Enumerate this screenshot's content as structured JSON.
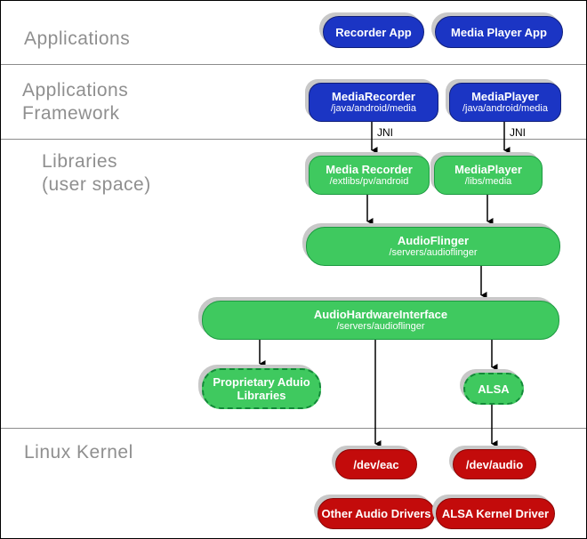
{
  "layer_labels": [
    {
      "text": "Applications"
    },
    {
      "text": "Applications\n Framework"
    },
    {
      "text": "Libraries\n(user space)"
    },
    {
      "text": "Linux Kernel"
    }
  ],
  "nodes": {
    "recorder_app": {
      "title": "Recorder App"
    },
    "media_player_app": {
      "title": "Media Player App"
    },
    "media_recorder_fw": {
      "title": "MediaRecorder",
      "subtitle": "/java/android/media"
    },
    "media_player_fw": {
      "title": "MediaPlayer",
      "subtitle": "/java/android/media"
    },
    "media_recorder_lib": {
      "title": "Media Recorder",
      "subtitle": "/extlibs/pv/android"
    },
    "media_player_lib": {
      "title": "MediaPlayer",
      "subtitle": "/libs/media"
    },
    "audio_flinger": {
      "title": "AudioFlinger",
      "subtitle": "/servers/audioflinger"
    },
    "audio_hw_interface": {
      "title": "AudioHardwareInterface",
      "subtitle": "/servers/audioflinger"
    },
    "proprietary_audio_libs": {
      "title": "Proprietary Aduio\nLibraries"
    },
    "alsa": {
      "title": "ALSA"
    },
    "dev_eac": {
      "title": "/dev/eac"
    },
    "dev_audio": {
      "title": "/dev/audio"
    },
    "other_audio_drivers": {
      "title": "Other Audio Drivers"
    },
    "alsa_kernel_driver": {
      "title": "ALSA Kernel Driver"
    }
  },
  "labels": {
    "jni_left": "JNI",
    "jni_right": "JNI"
  },
  "colors": {
    "app_blue": "#1b35c4",
    "lib_green": "#3fc95f",
    "kernel_red": "#c30b0b",
    "shadow_gray": "#c8c8c8",
    "layer_text_gray": "#8f8f8f"
  }
}
